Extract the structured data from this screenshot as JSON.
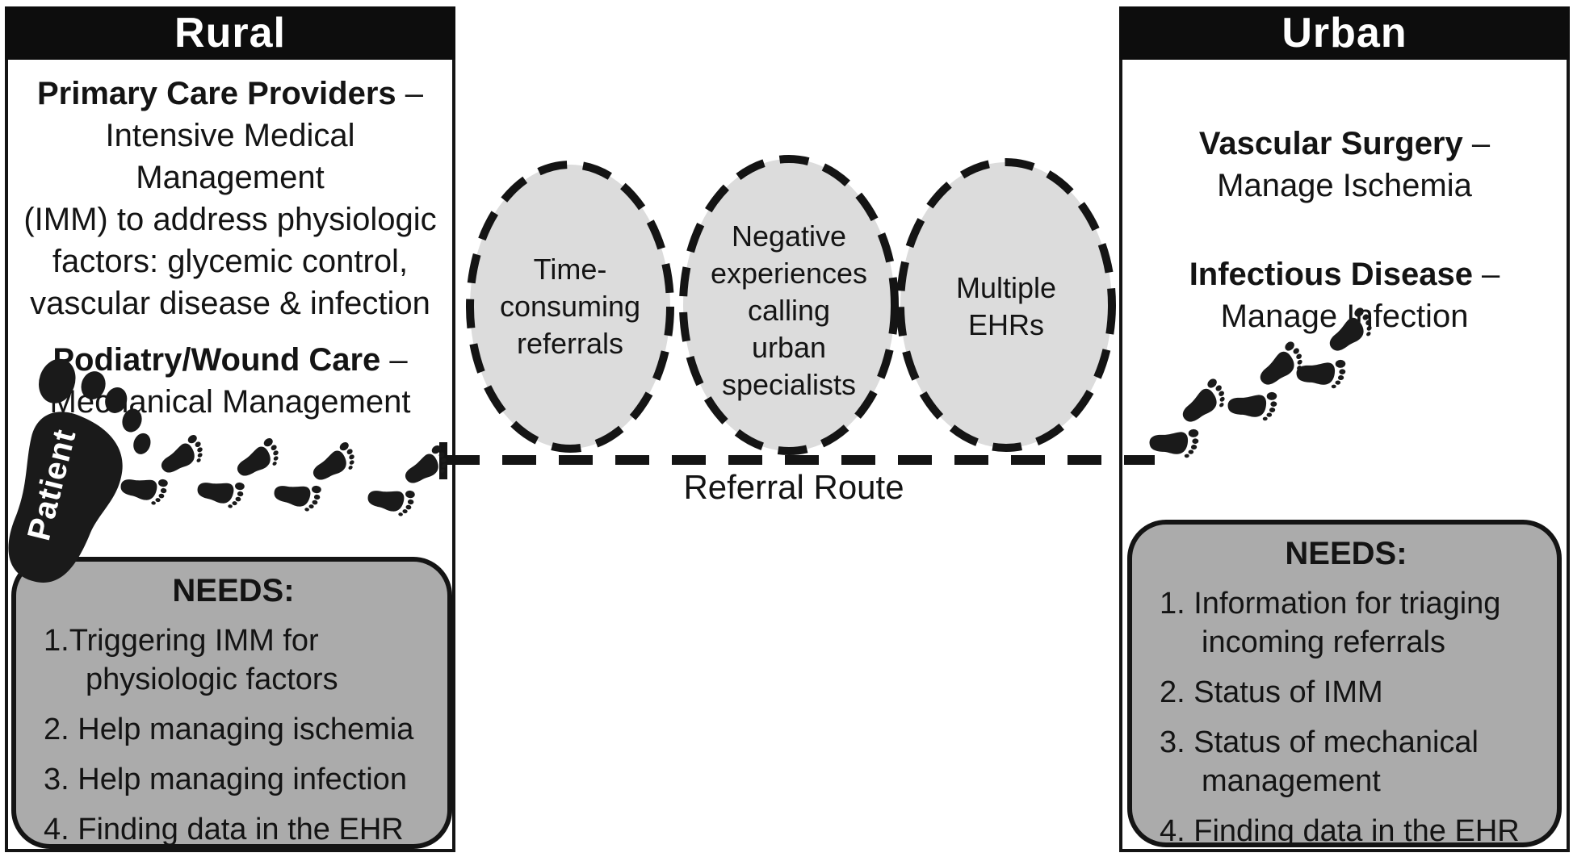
{
  "rural": {
    "title": "Rural",
    "providers_bold": "Primary Care Providers",
    "providers_dash": " –",
    "providers_body": "Intensive Medical Management\n(IMM) to address physiologic\nfactors: glycemic control,\nvascular disease & infection",
    "podiatry_bold": "Podiatry/Wound Care",
    "podiatry_dash": " –",
    "podiatry_body": "Mechanical Management",
    "needs": {
      "title": "NEEDS:",
      "items": [
        "1.Triggering IMM for\nphysiologic factors",
        "2. Help managing ischemia",
        "3. Help managing infection",
        "4. Finding data in the EHR"
      ]
    }
  },
  "urban": {
    "title": "Urban",
    "vascular_bold": "Vascular Surgery",
    "vascular_dash": " –",
    "vascular_body": "Manage Ischemia",
    "infectious_bold": "Infectious Disease",
    "infectious_dash": " –",
    "infectious_body": "Manage Infection",
    "needs": {
      "title": "NEEDS:",
      "items": [
        "1. Information for triaging\nincoming referrals",
        "2. Status of IMM",
        "3. Status of mechanical\nmanagement",
        "4. Finding data in the EHR"
      ]
    }
  },
  "barriers": [
    {
      "label": "Time-\nconsuming\nreferrals"
    },
    {
      "label": "Negative\nexperiences\ncalling\nurban\nspecialists"
    },
    {
      "label": "Multiple\nEHRs"
    }
  ],
  "route": {
    "label": "Referral Route"
  },
  "patient": {
    "label": "Patient"
  },
  "colors": {
    "ink": "#141414",
    "header_bg": "#0d0d0d",
    "header_text": "#ffffff",
    "ellipse_fill": "#dcdcdc",
    "needs_bg": "#ababab"
  }
}
